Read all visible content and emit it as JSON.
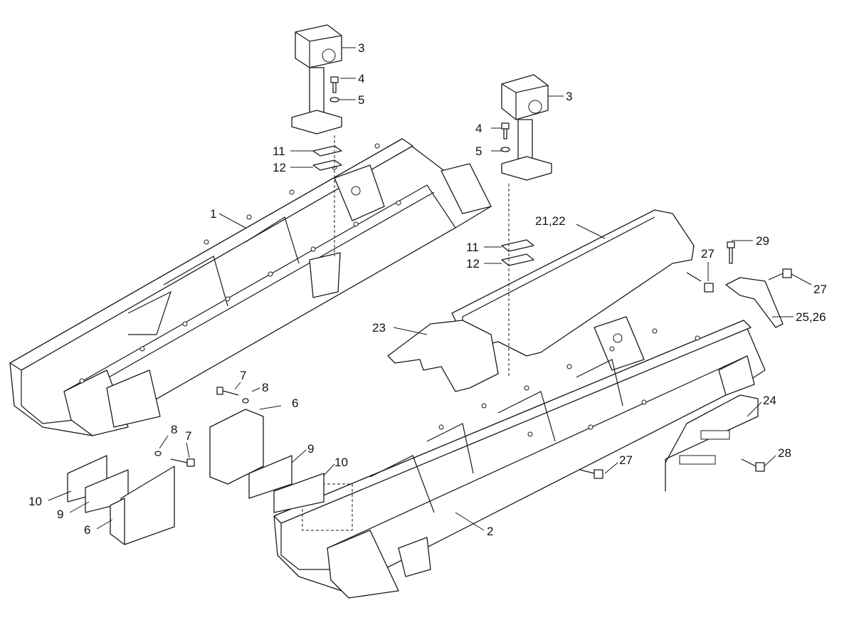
{
  "callouts": {
    "c1": "1",
    "c2": "2",
    "c3a": "3",
    "c3b": "3",
    "c4a": "4",
    "c4b": "4",
    "c5a": "5",
    "c5b": "5",
    "c6a": "6",
    "c6b": "6",
    "c7a": "7",
    "c7b": "7",
    "c8a": "8",
    "c8b": "8",
    "c9a": "9",
    "c9b": "9",
    "c10a": "10",
    "c10b": "10",
    "c11a": "11",
    "c11b": "11",
    "c12a": "12",
    "c12b": "12",
    "c2122": "21,22",
    "c23": "23",
    "c24": "24",
    "c2526": "25,26",
    "c27a": "27",
    "c27b": "27",
    "c27c": "27",
    "c28": "28",
    "c29": "29"
  }
}
